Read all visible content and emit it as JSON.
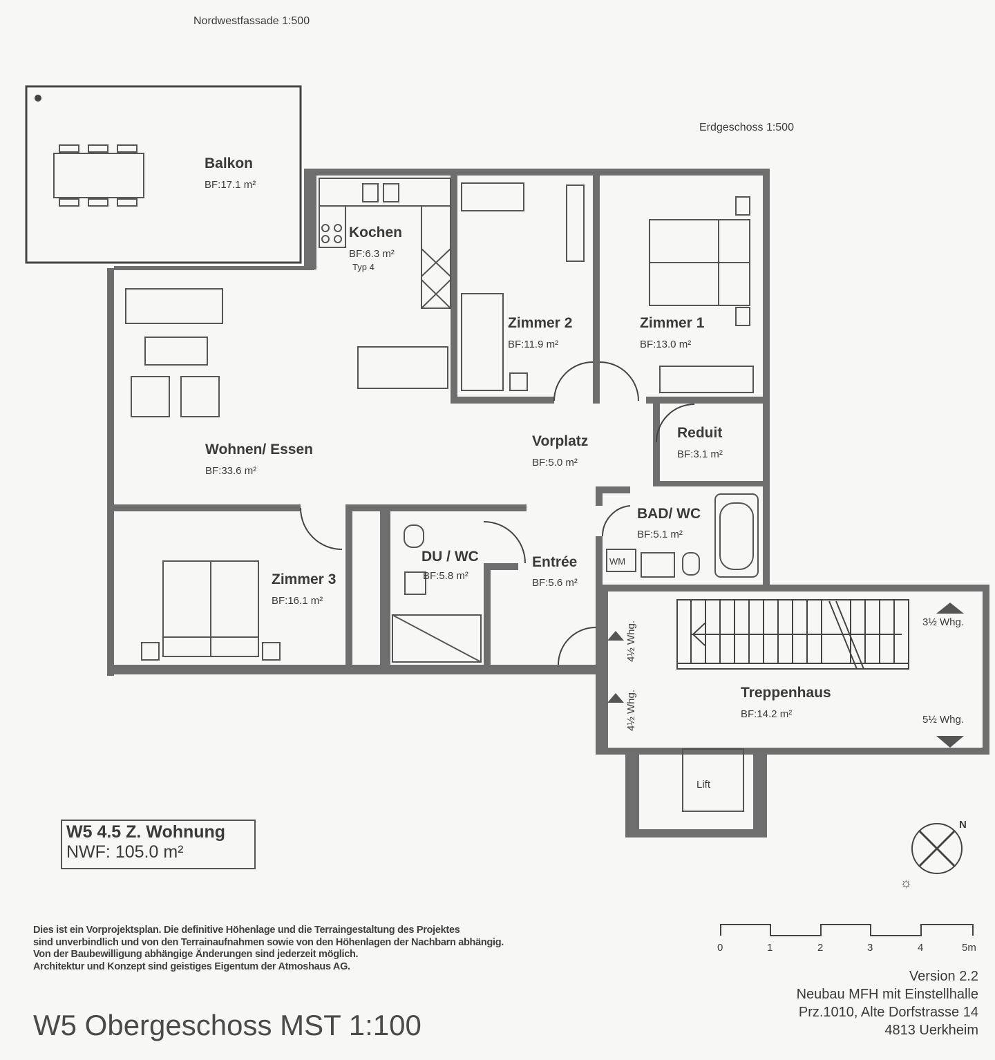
{
  "headers": {
    "northwest_facade": "Nordwestfassade 1:500",
    "ground_floor": "Erdgeschoss 1:500"
  },
  "rooms": {
    "balkon": {
      "name": "Balkon",
      "area": "BF:17.1 m²"
    },
    "kochen": {
      "name": "Kochen",
      "area": "BF:6.3 m²",
      "note": "Typ 4"
    },
    "zimmer2": {
      "name": "Zimmer 2",
      "area": "BF:11.9 m²"
    },
    "zimmer1": {
      "name": "Zimmer 1",
      "area": "BF:13.0 m²"
    },
    "wohnen": {
      "name": "Wohnen/ Essen",
      "area": "BF:33.6 m²"
    },
    "vorplatz": {
      "name": "Vorplatz",
      "area": "BF:5.0 m²"
    },
    "reduit": {
      "name": "Reduit",
      "area": "BF:3.1 m²"
    },
    "bad": {
      "name": "BAD/ WC",
      "area": "BF:5.1 m²",
      "appliance": "WM"
    },
    "zimmer3": {
      "name": "Zimmer 3",
      "area": "BF:16.1 m²"
    },
    "du": {
      "name": "DU / WC",
      "area": "BF:5.8 m²"
    },
    "entree": {
      "name": "Entrée",
      "area": "BF:5.6 m²"
    },
    "treppenhaus": {
      "name": "Treppenhaus",
      "area": "BF:14.2 m²",
      "whg_top": "3½ Whg.",
      "whg_bottom": "5½ Whg.",
      "whg_left1": "4½ Whg.",
      "whg_left2": "4½ Whg."
    },
    "lift": {
      "name": "Lift"
    }
  },
  "unit": {
    "title": "W5 4.5 Z. Wohnung",
    "nwf": "NWF: 105.0 m²"
  },
  "scale_bar": {
    "labels": [
      "0",
      "1",
      "2",
      "3",
      "4",
      "5m"
    ]
  },
  "compass": {
    "north": "N"
  },
  "disclaimer": [
    "Dies ist ein Vorprojektsplan. Die definitive Höhenlage und die Terraingestaltung des Projektes",
    "sind unverbindlich und von den Terrainaufnahmen sowie von den Höhenlagen der Nachbarn abhängig.",
    "Von der Baubewilligung abhängige Änderungen sind jederzeit möglich.",
    "Architektur und Konzept sind geistiges Eigentum der Atmoshaus AG."
  ],
  "plan_title": "W5 Obergeschoss MST 1:100",
  "project": {
    "version": "Version 2.2",
    "name": "Neubau MFH mit Einstellhalle",
    "address": "Prz.1010, Alte Dorfstrasse 14",
    "city": "4813 Uerkheim"
  }
}
